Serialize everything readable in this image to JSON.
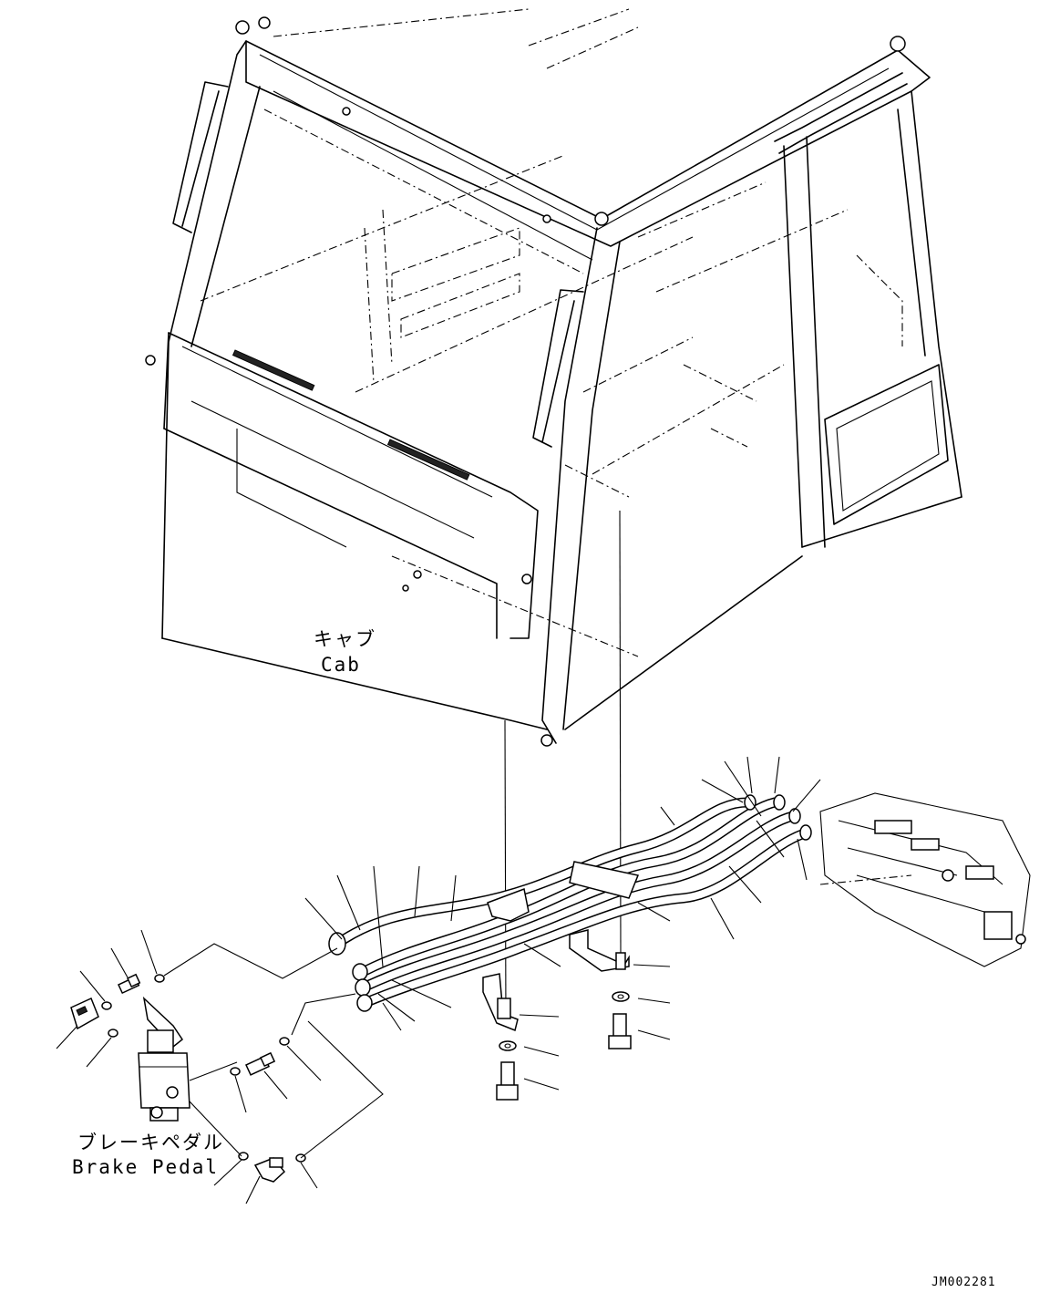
{
  "labels": {
    "cab_jp": "キャブ",
    "cab_en": "Cab",
    "brake_jp": "ブレーキペダル",
    "brake_en": "Brake Pedal",
    "drawing_code": "JM002281"
  }
}
